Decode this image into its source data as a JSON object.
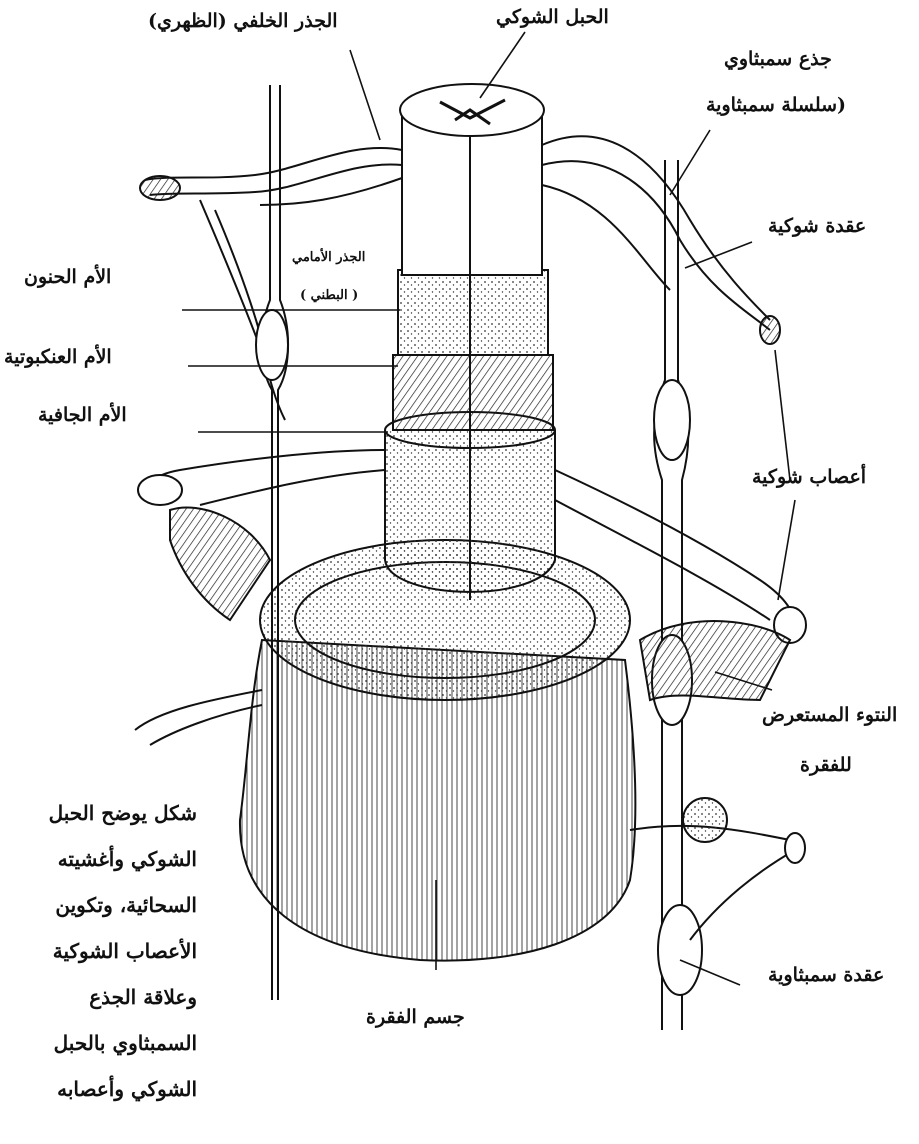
{
  "labels": {
    "spinal_cord": "الحبل الشوكي",
    "dorsal_root": "الجذر الخلفي (الظهري)",
    "sympathetic_trunk": "جذع سمبثاوي",
    "sympathetic_chain": "(سلسلة سمبثاوية",
    "spinal_ganglion": "عقدة شوكية",
    "ventral_root_1": "الجذر الأمامي",
    "ventral_root_2": "( البطني )",
    "pia_mater": "الأم الحنون",
    "arachnoid": "الأم العنكبوتية",
    "dura_mater": "الأم الجافية",
    "spinal_nerves": "أعصاب شوكية",
    "transverse_process_1": "النتوء المستعرض",
    "transverse_process_2": "للفقرة",
    "vertebral_body": "جسم الفقرة",
    "sympathetic_ganglion": "عقدة سمبثاوية"
  },
  "caption": [
    "شكل يوضح الحبل",
    "الشوكي وأغشيته",
    "السحائية، وتكوين",
    "الأعصاب الشوكية",
    "وعلاقة الجذع",
    "السمبثاوي بالحبل",
    "الشوكي وأعصابه"
  ],
  "colors": {
    "ink": "#111111",
    "paper": "#ffffff"
  }
}
